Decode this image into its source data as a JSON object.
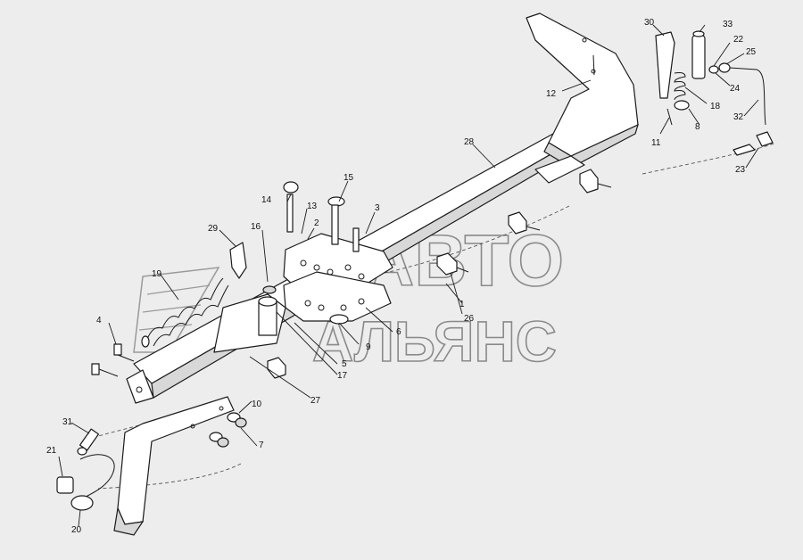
{
  "watermark": {
    "line1": "АВТО",
    "line2": "АЛЬЯНС"
  },
  "callouts": {
    "c1": "1",
    "c2": "2",
    "c3": "3",
    "c4": "4",
    "c5": "5",
    "c6": "6",
    "c7": "7",
    "c8": "8",
    "c9": "9",
    "c10": "10",
    "c11": "11",
    "c12": "12",
    "c13": "13",
    "c14": "14",
    "c15": "15",
    "c16": "16",
    "c17": "17",
    "c18": "18",
    "c19": "19",
    "c20": "20",
    "c21": "21",
    "c22": "22",
    "c23": "23",
    "c24": "24",
    "c25": "25",
    "c26": "26",
    "c27": "27",
    "c28": "28",
    "c29": "29",
    "c30": "30",
    "c31": "31",
    "c32": "32",
    "c33": "33"
  }
}
